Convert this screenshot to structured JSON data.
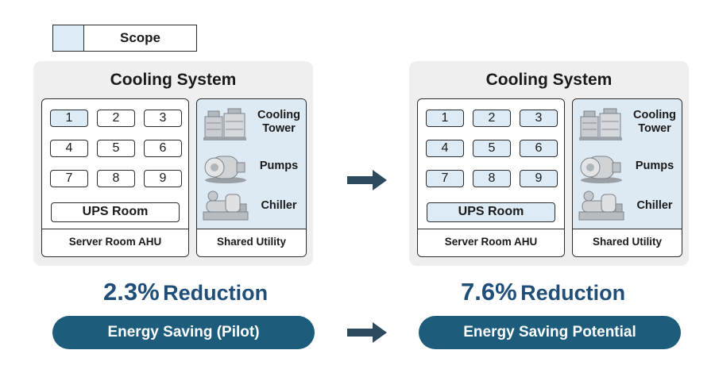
{
  "legend": {
    "label": "Scope",
    "scope_color": "#dcebf5"
  },
  "arrow_color": "#2c4a5e",
  "panels": [
    {
      "title": "Cooling System",
      "cells": [
        {
          "label": "1",
          "in_scope": true
        },
        {
          "label": "2",
          "in_scope": false
        },
        {
          "label": "3",
          "in_scope": false
        },
        {
          "label": "4",
          "in_scope": false
        },
        {
          "label": "5",
          "in_scope": false
        },
        {
          "label": "6",
          "in_scope": false
        },
        {
          "label": "7",
          "in_scope": false
        },
        {
          "label": "8",
          "in_scope": false
        },
        {
          "label": "9",
          "in_scope": false
        }
      ],
      "ups": {
        "label": "UPS Room",
        "in_scope": false
      },
      "server_footer": "Server Room AHU",
      "utilities": [
        {
          "name": "Cooling Tower",
          "icon": "cooling-tower-icon"
        },
        {
          "name": "Pumps",
          "icon": "pump-icon"
        },
        {
          "name": "Chiller",
          "icon": "chiller-icon"
        }
      ],
      "utility_footer": "Shared Utility",
      "result_pct": "2.3%",
      "result_word": "Reduction",
      "pill": "Energy Saving (Pilot)"
    },
    {
      "title": "Cooling System",
      "cells": [
        {
          "label": "1",
          "in_scope": true
        },
        {
          "label": "2",
          "in_scope": true
        },
        {
          "label": "3",
          "in_scope": true
        },
        {
          "label": "4",
          "in_scope": true
        },
        {
          "label": "5",
          "in_scope": true
        },
        {
          "label": "6",
          "in_scope": true
        },
        {
          "label": "7",
          "in_scope": true
        },
        {
          "label": "8",
          "in_scope": true
        },
        {
          "label": "9",
          "in_scope": true
        }
      ],
      "ups": {
        "label": "UPS Room",
        "in_scope": true
      },
      "server_footer": "Server Room AHU",
      "utilities": [
        {
          "name": "Cooling Tower",
          "icon": "cooling-tower-icon"
        },
        {
          "name": "Pumps",
          "icon": "pump-icon"
        },
        {
          "name": "Chiller",
          "icon": "chiller-icon"
        }
      ],
      "utility_footer": "Shared Utility",
      "result_pct": "7.6%",
      "result_word": "Reduction",
      "pill": "Energy Saving Potential"
    }
  ]
}
